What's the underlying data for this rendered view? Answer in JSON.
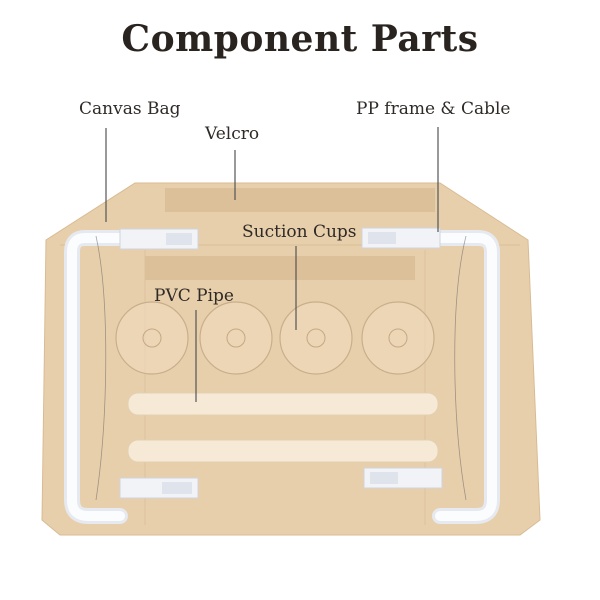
{
  "title": "Component Parts",
  "labels": {
    "canvas_bag": "Canvas Bag",
    "velcro": "Velcro",
    "pp_frame": "PP frame & Cable",
    "suction_cups": "Suction Cups",
    "pvc_pipe": "PVC Pipe"
  },
  "colors": {
    "canvas": "#e8cfab",
    "velcro": "#dcc09a",
    "frame": "#f2f4f8",
    "title": "#2a2420"
  }
}
